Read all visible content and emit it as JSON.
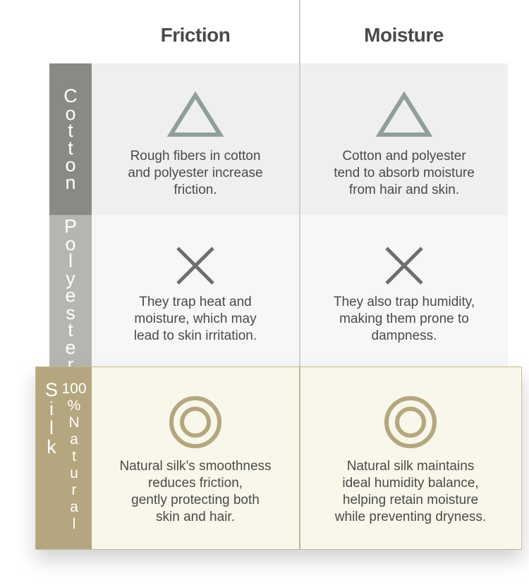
{
  "headers": {
    "friction": "Friction",
    "moisture": "Moisture"
  },
  "rows": {
    "cotton": {
      "label": "C\no\nt\nt\no\nn",
      "icon": "triangle-icon",
      "friction": "Rough fibers in cotton\nand polyester increase\nfriction.",
      "moisture": "Cotton and polyester\ntend to absorb moisture\nfrom hair and skin."
    },
    "polyester": {
      "label": "P\no\nl\ny\ne\ns\nt\ne\nr",
      "icon": "cross-icon",
      "friction": "They trap heat and\nmoisture, which may\nlead to skin irritation.",
      "moisture": "They also trap humidity,\nmaking them prone to\ndampness."
    },
    "silk": {
      "label_main": "S\ni\nl\nk",
      "label_sub": "100\n%\nN\na\nt\nu\nr\na\nl",
      "icon": "double-circle-icon",
      "friction": "Natural silk’s smoothness\nreduces friction,\ngently protecting both\nskin and hair.",
      "moisture": "Natural silk maintains\nideal humidity balance,\nhelping retain moisture\nwhile preventing dryness."
    }
  },
  "colors": {
    "triangle": "#8fa09b",
    "cross": "#6e6e6e",
    "circle": "#b4a67e",
    "cotton_label": "#8a8a84",
    "polyester_label": "#b6b6b1",
    "silk_label": "#b4a67e"
  }
}
